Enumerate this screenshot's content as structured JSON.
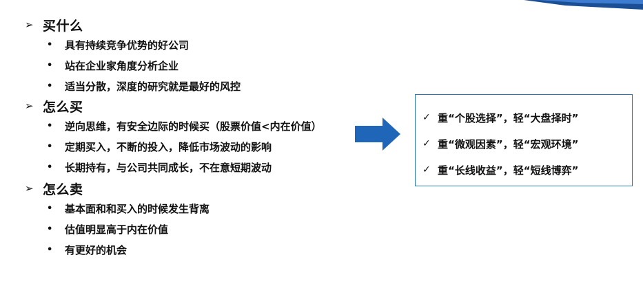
{
  "colors": {
    "accent_blue": "#1f66b8",
    "box_border": "#2e75b6"
  },
  "icons": {
    "section_bullet": "arrowhead-bullet-icon",
    "item_bullet": "dot-bullet-icon",
    "check": "checkmark-icon",
    "arrow": "right-arrow-icon"
  },
  "sections": [
    {
      "bullet": "➢",
      "title": "买什么",
      "items": [
        {
          "bullet": "•",
          "text": "具有持续竞争优势的好公司"
        },
        {
          "bullet": "•",
          "text": "站在企业家角度分析企业"
        },
        {
          "bullet": "•",
          "text": "适当分散，深度的研究就是最好的风控"
        }
      ]
    },
    {
      "bullet": "➢",
      "title": "怎么买",
      "items": [
        {
          "bullet": "•",
          "text": "逆向思维，有安全边际的时候买（股票价值<内在价值）"
        },
        {
          "bullet": "•",
          "text": "定期买入，不断的投入，降低市场波动的影响"
        },
        {
          "bullet": "•",
          "text": "长期持有，与公司共同成长，不在意短期波动"
        }
      ]
    },
    {
      "bullet": "➢",
      "title": "怎么卖",
      "items": [
        {
          "bullet": "•",
          "text": "基本面和和买入的时候发生背离"
        },
        {
          "bullet": "•",
          "text": "估值明显高于内在价值"
        },
        {
          "bullet": "•",
          "text": "有更好的机会"
        }
      ]
    }
  ],
  "summary": {
    "check_glyph": "✓",
    "items": [
      "重“个股选择”，轻“大盘择时”",
      "重“微观因素”，轻“宏观环境”",
      "重“长线收益”，轻“短线博弈”"
    ]
  }
}
